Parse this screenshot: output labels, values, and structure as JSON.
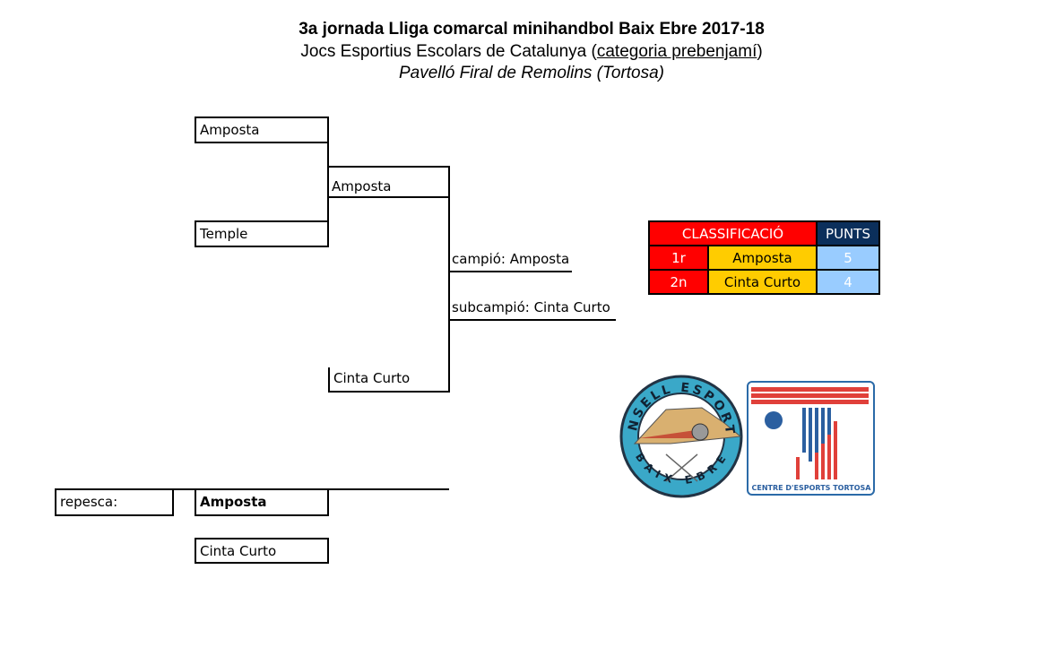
{
  "header": {
    "title": "3a jornada Lliga comarcal minihandbol Baix Ebre 2017-18",
    "subtitle_prefix": "Jocs Esportius Escolars de Catalunya (",
    "subtitle_category": "categoria prebenjamí",
    "subtitle_suffix": ")",
    "venue": "Pavelló Firal de Remolins (Tortosa)"
  },
  "bracket": {
    "semi1_team1": "Amposta",
    "semi1_team2": "Temple",
    "final_team1": "Amposta",
    "final_team2": "Cinta Curto",
    "champion": "campió: Amposta",
    "runner_up": "subcampió: Cinta Curto",
    "repesca_label": "repesca:",
    "repesca_team1": "Amposta",
    "repesca_team2": "Cinta Curto"
  },
  "classification": {
    "header": "CLASSIFICACIÓ",
    "points_header": "PUNTS",
    "rows": [
      {
        "pos": "1r",
        "team": "Amposta",
        "points": "5"
      },
      {
        "pos": "2n",
        "team": "Cinta Curto",
        "points": "4"
      }
    ]
  },
  "logos": {
    "consell_top": "CONSELL ESPORTIU",
    "consell_bottom": "BAIX EBRE",
    "tortosa": "CENTRE D'ESPORTS TORTOSA"
  },
  "colors": {
    "red": "#ff0000",
    "navy": "#0b2f5b",
    "gold": "#ffcc00",
    "sky": "#99ccff"
  }
}
